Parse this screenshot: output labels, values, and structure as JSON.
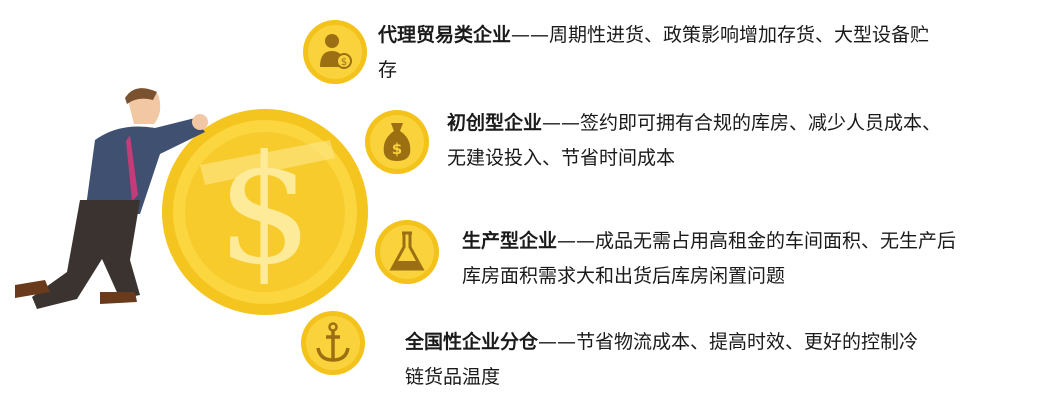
{
  "items": [
    {
      "title": "代理贸易类企业",
      "desc": "——周期性进货、政策影响增加存货、大型设备贮",
      "desc2": "存",
      "icon": "person-dollar-icon"
    },
    {
      "title": "初创型企业",
      "desc": "——签约即可拥有合规的库房、减少人员成本、",
      "desc2": "无建设投入、节省时间成本",
      "icon": "money-bag-icon"
    },
    {
      "title": "生产型企业",
      "desc": "——成品无需占用高租金的车间面积、无生产后",
      "desc2": "库房面积需求大和出货后库房闲置问题",
      "icon": "flask-icon"
    },
    {
      "title": "全国性企业分仓",
      "desc": "——节省物流成本、提高时效、更好的控制冷",
      "desc2": "链货品温度",
      "icon": "anchor-icon"
    }
  ],
  "colors": {
    "coin": "#f9d23c",
    "coin_edge": "#f3c21b",
    "icon": "#9c6f12"
  }
}
